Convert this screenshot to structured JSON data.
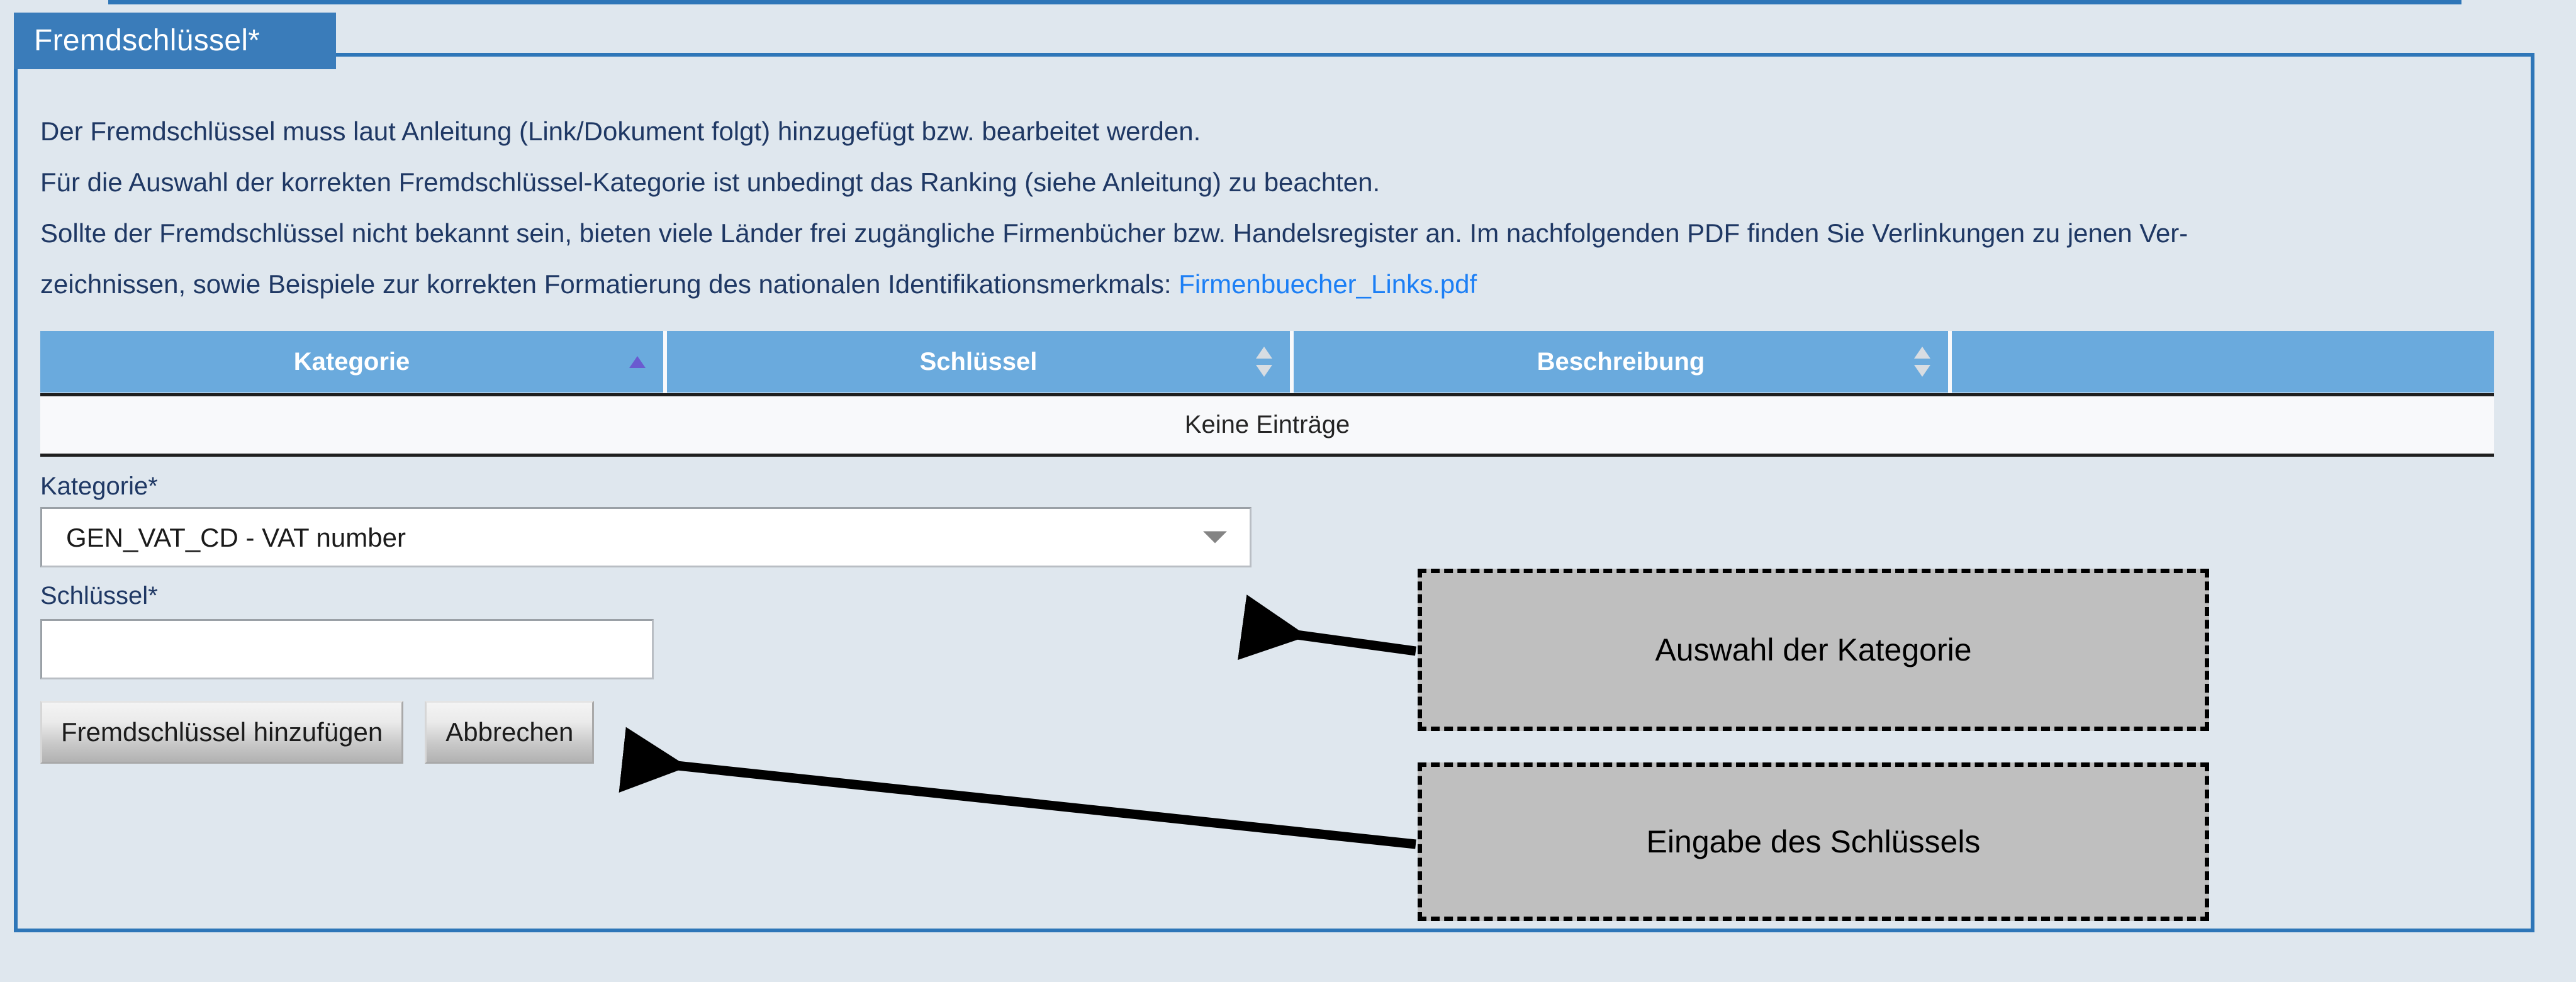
{
  "panel": {
    "legend": "Fremdschlüssel*"
  },
  "intro": {
    "line1": "Der Fremdschlüssel muss laut Anleitung (Link/Dokument folgt) hinzugefügt bzw. bearbeitet werden.",
    "line2": "Für die Auswahl der korrekten Fremdschlüssel-Kategorie ist unbedingt das Ranking (siehe Anleitung) zu beachten.",
    "line3_a": "Sollte der Fremdschlüssel nicht bekannt sein, bieten viele Länder frei zugängliche Firmenbücher bzw. Handelsregister an. Im nachfolgenden PDF finden Sie Verlinkungen zu jenen Ver-",
    "line3_b": "zeichnissen, sowie Beispiele zur korrekten Formatierung des nationalen Identifikationsmerkmals: ",
    "link_label": "Firmenbuecher_Links.pdf"
  },
  "table": {
    "columns": [
      {
        "label": "Kategorie",
        "sort": "asc"
      },
      {
        "label": "Schlüssel",
        "sort": "none"
      },
      {
        "label": "Beschreibung",
        "sort": "none"
      },
      {
        "label": "",
        "sort": "none"
      }
    ],
    "empty_message": "Keine Einträge"
  },
  "form": {
    "kategorie_label": "Kategorie*",
    "kategorie_value": "GEN_VAT_CD - VAT number",
    "schluessel_label": "Schlüssel*",
    "schluessel_value": "",
    "schluessel_placeholder": "",
    "submit_label": "Fremdschlüssel hinzufügen",
    "cancel_label": "Abbrechen"
  },
  "annotations": {
    "kategorie": "Auswahl der Kategorie",
    "schluessel": "Eingabe des Schlüssels"
  },
  "colors": {
    "panel_border": "#2e76b8",
    "panel_bg": "#dfe7ee",
    "legend_bg": "#3a7cba",
    "table_header_bg": "#6aaadd",
    "text": "#1f3864",
    "link": "#1c7ff5",
    "sort_active": "#6a5bd0",
    "annotation_bg": "#bfbfbf"
  }
}
